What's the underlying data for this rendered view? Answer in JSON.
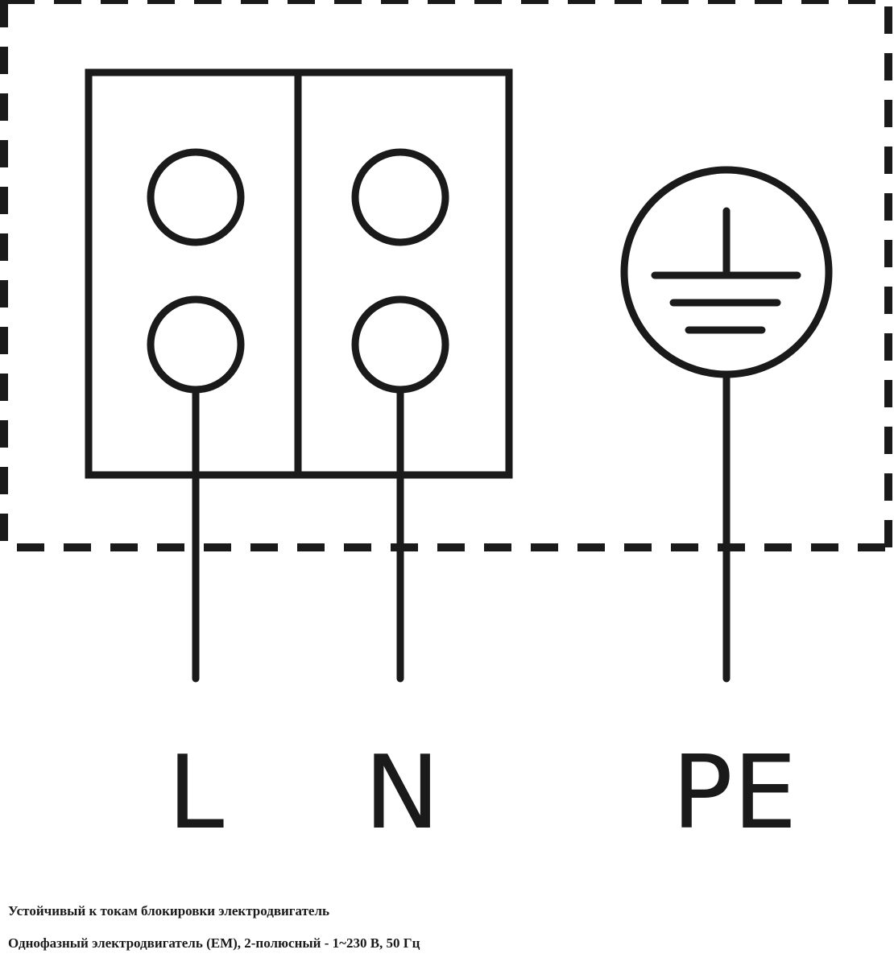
{
  "terminals": {
    "l_label": "L",
    "n_label": "N",
    "pe_label": "PE"
  },
  "captions": {
    "line1": "Устойчивый к токам блокировки электродвигатель",
    "line2": "Однофазный электродвигатель (ЕМ), 2-полюсный - 1~230 В, 50 Гц"
  },
  "colors": {
    "stroke": "#1a1a1a",
    "background": "#ffffff"
  }
}
